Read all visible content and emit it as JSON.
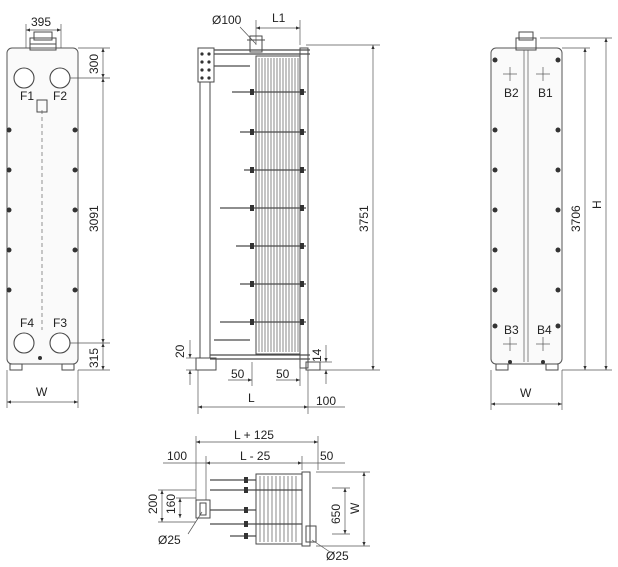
{
  "front_view": {
    "dim_top_width": "395",
    "dim_port_top": "300",
    "dim_port_span": "3091",
    "dim_port_bottom": "315",
    "dim_width": "W",
    "ports": {
      "f1": "F1",
      "f2": "F2",
      "f3": "F3",
      "f4": "F4"
    }
  },
  "side_view": {
    "dim_pipe_dia": "Ø100",
    "dim_l1": "L1",
    "dim_height": "3751",
    "dim_base_offset": "20",
    "dim_foot_left": "50",
    "dim_foot_right": "50",
    "dim_foot_height": "14",
    "dim_length": "L",
    "dim_clearance": "100"
  },
  "rear_view": {
    "dim_height_inner": "3706",
    "dim_total_height": "H",
    "dim_width": "W",
    "ports": {
      "b1": "B1",
      "b2": "B2",
      "b3": "B3",
      "b4": "B4"
    }
  },
  "top_view": {
    "dim_total": "L + 125",
    "dim_inner": "L - 25",
    "dim_left": "100",
    "dim_right": "50",
    "dim_200": "200",
    "dim_160": "160",
    "dim_650": "650",
    "dim_width": "W",
    "dim_hole_left": "Ø25",
    "dim_hole_right": "Ø25"
  }
}
